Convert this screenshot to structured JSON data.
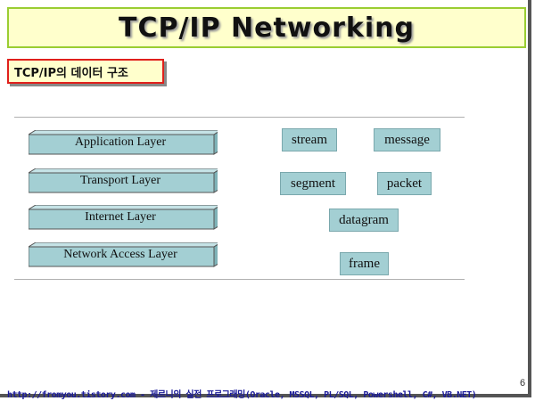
{
  "title": "TCP/IP Networking",
  "subtitle": "TCP/IP의 데이터 구조",
  "layers": [
    {
      "label": "Application Layer"
    },
    {
      "label": "Transport Layer"
    },
    {
      "label": "Internet Layer"
    },
    {
      "label": "Network Access Layer"
    }
  ],
  "units": {
    "application": [
      "stream",
      "message"
    ],
    "transport": [
      "segment",
      "packet"
    ],
    "internet": [
      "datagram"
    ],
    "network_access": [
      "frame"
    ]
  },
  "colors": {
    "layer_fill": "#a3cfd3",
    "title_bg": "#ffffcc",
    "title_border": "#9acd32",
    "subtitle_border": "#e0201c",
    "footer_text": "#1a1a99"
  },
  "page_number": "6",
  "footer": "http://fromyou.tistory.com - 제르니의 실전 프로그래밍(Oracle, MSSQL, PL/SQL, Powershell, C#, VB.NET)"
}
